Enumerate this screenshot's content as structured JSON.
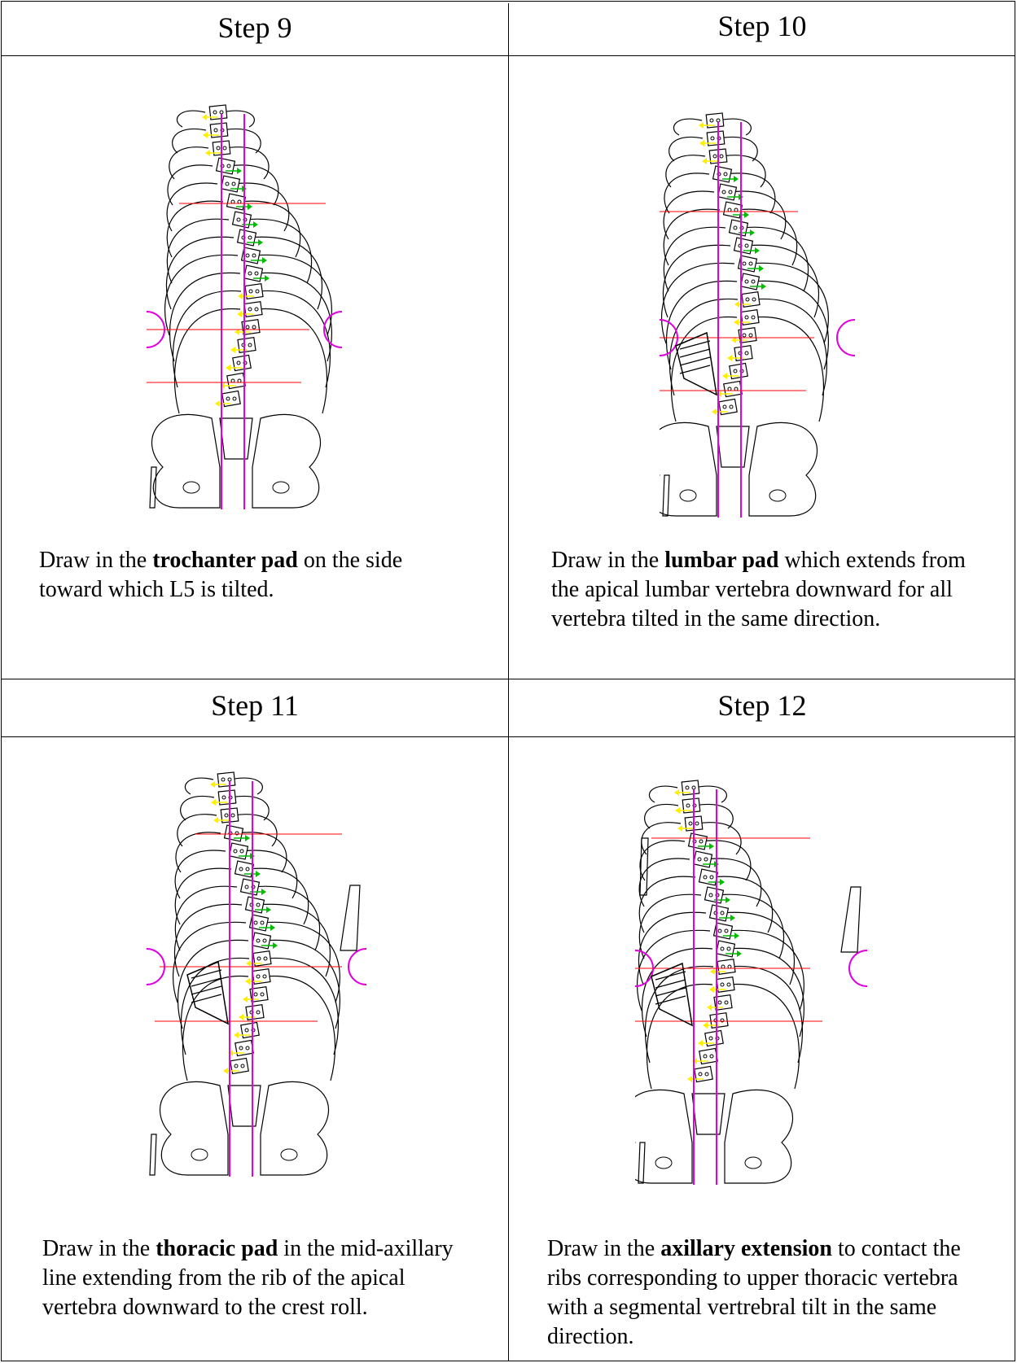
{
  "steps": [
    {
      "title": "Step 9",
      "caption_before": "Draw in the ",
      "caption_bold": "trochanter pad",
      "caption_after": " on the side toward which L5 is tilted."
    },
    {
      "title": "Step 10",
      "caption_before": "Draw in the ",
      "caption_bold": "lumbar pad",
      "caption_after": " which extends from the apical lumbar vertebra downward for all vertebra tilted in the same direction."
    },
    {
      "title": "Step 11",
      "caption_before": "Draw in the ",
      "caption_bold": "thoracic pad",
      "caption_after": " in the mid-axillary line extending from the rib of the apical vertebra downward to the crest roll."
    },
    {
      "title": "Step 12",
      "caption_before": "Draw in the ",
      "caption_bold": "axillary extension",
      "caption_after": " to contact the ribs corresponding to upper thoracic vertebra with a segmental vertrebral tilt in the same direction."
    }
  ],
  "colors": {
    "plumb_line": "#e000e0",
    "reference_line": "#ff0000",
    "tilt_left_arrow": "#ffee00",
    "tilt_right_arrow": "#00bb00",
    "outline": "#000000"
  }
}
